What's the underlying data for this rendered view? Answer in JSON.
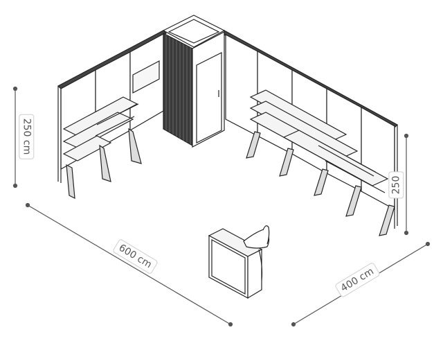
{
  "dimensions": {
    "height_left": "250 cm",
    "width_front": "600 cm",
    "depth_right": "400 cm",
    "height_right": "250"
  },
  "colors": {
    "line": "#222222",
    "dim_line": "#555555",
    "panel": "#ffffff",
    "shelf": "#f4f4f4",
    "dark_panel": "#3a3a3a"
  }
}
